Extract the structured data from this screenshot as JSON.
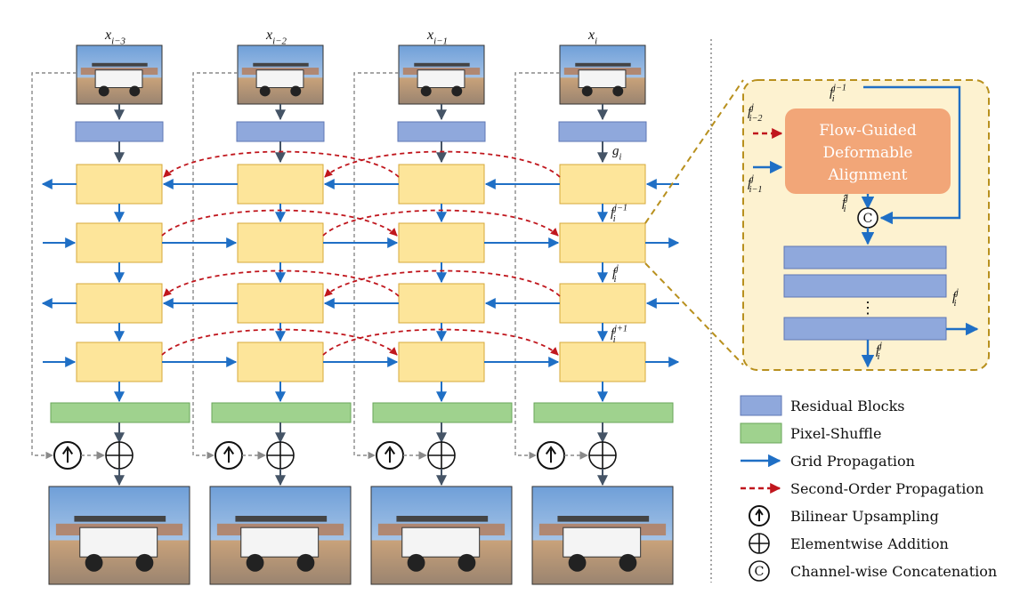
{
  "columns": [
    {
      "input_base": "x",
      "input_sub": "i−3"
    },
    {
      "input_base": "x",
      "input_sub": "i−2"
    },
    {
      "input_base": "x",
      "input_sub": "i−1"
    },
    {
      "input_base": "x",
      "input_sub": "i"
    }
  ],
  "feature_labels": {
    "g": {
      "base": "g",
      "sub": "i"
    },
    "f1": {
      "base": "f",
      "sup": "j−1",
      "sub": "i"
    },
    "f2": {
      "base": "f",
      "sup": "j",
      "sub": "i"
    },
    "f3": {
      "base": "f",
      "sup": "j+1",
      "sub": "i"
    }
  },
  "inset": {
    "title_lines": [
      "Flow-Guided",
      "Deformable",
      "Alignment"
    ],
    "concat_symbol": "C",
    "dots": "⋮",
    "labels": {
      "f_top": {
        "base": "f",
        "sup": "j−1",
        "sub": "i"
      },
      "f_im2": {
        "base": "f",
        "sup": "j",
        "sub": "i−2"
      },
      "f_im1": {
        "base": "f",
        "sup": "j",
        "sub": "i−1"
      },
      "f_hat": {
        "base": "f̂",
        "sup": "j",
        "sub": "i"
      },
      "f_right": {
        "base": "f",
        "sup": "j",
        "sub": "i"
      },
      "f_out": {
        "base": "f",
        "sup": "j",
        "sub": "i"
      }
    }
  },
  "legend": {
    "items": [
      {
        "label": "Residual Blocks",
        "kind": "residual-swatch"
      },
      {
        "label": "Pixel-Shuffle",
        "kind": "pixelshuffle-swatch"
      },
      {
        "label": "Grid Propagation",
        "kind": "grid-arrow"
      },
      {
        "label": "Second-Order Propagation",
        "kind": "second-order-arrow"
      },
      {
        "label": "Bilinear Upsampling",
        "kind": "upsample-icon"
      },
      {
        "label": "Elementwise Addition",
        "kind": "add-icon"
      },
      {
        "label": "Channel-wise Concatenation",
        "kind": "concat-icon"
      }
    ]
  },
  "colors": {
    "residual_fill": "#8fa8dc",
    "residual_stroke": "#5f77b5",
    "prop_fill": "#fde59a",
    "prop_stroke": "#d6a93a",
    "shuffle_fill": "#9fd28e",
    "shuffle_stroke": "#69a65a",
    "grid_arrow": "#1f6fc5",
    "second_order": "#c0161d",
    "flow_arrow": "#455466",
    "dash_gray": "#8a8a8a",
    "inset_bg": "#fdf2d0",
    "inset_border": "#b8901e",
    "align_fill": "#f2a678",
    "align_text": "#ffffff"
  }
}
